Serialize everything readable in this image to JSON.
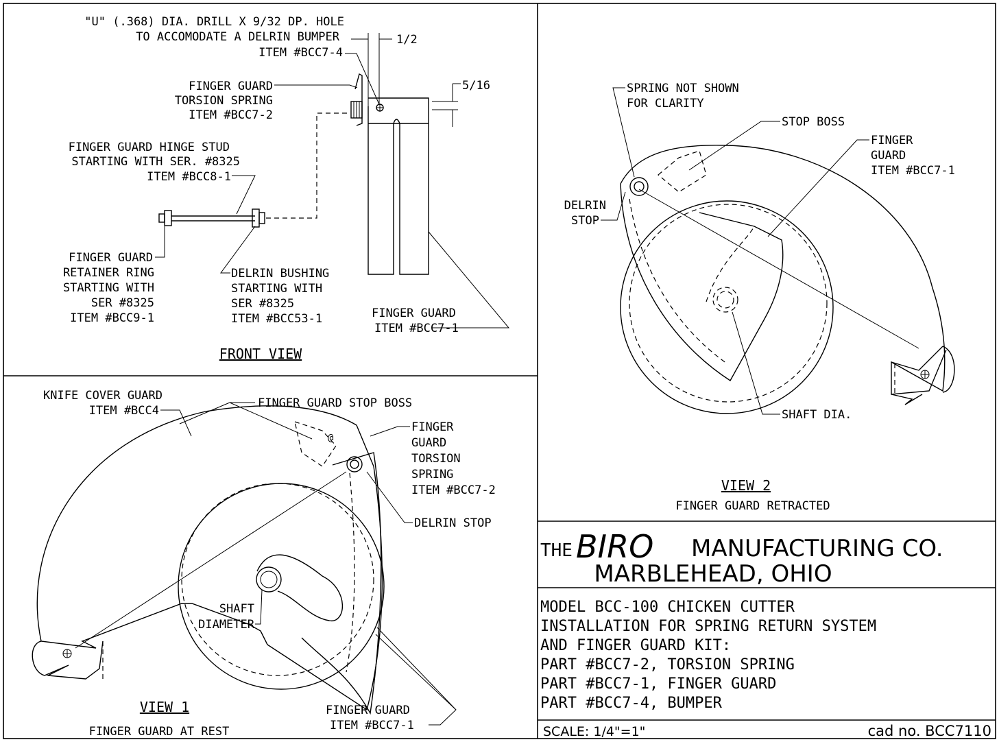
{
  "front_view": {
    "title": "FRONT VIEW",
    "note_hole": [
      "\"U\" (.368) DIA. DRILL X 9/32 DP. HOLE",
      "TO ACCOMODATE A DELRIN BUMPER",
      "ITEM #BCC7-4"
    ],
    "dim_half": "1/2",
    "dim_5_16": "5/16",
    "torsion_spring": [
      "FINGER GUARD",
      "TORSION SPRING",
      "ITEM #BCC7-2"
    ],
    "hinge_stud": [
      "FINGER GUARD HINGE STUD",
      "STARTING WITH SER. #8325",
      "ITEM #BCC8-1"
    ],
    "retainer_ring": [
      "FINGER GUARD",
      "RETAINER RING",
      "STARTING WITH",
      "SER #8325",
      "ITEM #BCC9-1"
    ],
    "bushing": [
      "DELRIN BUSHING",
      "STARTING WITH",
      "SER #8325",
      "ITEM #BCC53-1"
    ],
    "finger_guard": [
      "FINGER GUARD",
      "ITEM #BCC7-1"
    ]
  },
  "view1": {
    "title": "VIEW 1",
    "subtitle": "FINGER GUARD AT REST",
    "knife_cover": [
      "KNIFE COVER GUARD",
      "ITEM #BCC4"
    ],
    "stop_boss": "FINGER GUARD STOP BOSS",
    "torsion_spring": [
      "FINGER",
      "GUARD",
      "TORSION",
      "SPRING",
      "ITEM #BCC7-2"
    ],
    "delrin_stop": "DELRIN STOP",
    "shaft": [
      "SHAFT",
      "DIAMETER"
    ],
    "finger_guard": [
      "FINGER GUARD",
      "ITEM #BCC7-1"
    ]
  },
  "view2": {
    "title": "VIEW 2",
    "subtitle": "FINGER GUARD RETRACTED",
    "spring_note": [
      "SPRING NOT SHOWN",
      "FOR CLARITY"
    ],
    "stop_boss": "STOP BOSS",
    "finger_guard": [
      "FINGER",
      "GUARD",
      "ITEM #BCC7-1"
    ],
    "delrin_stop": [
      "DELRIN",
      "STOP"
    ],
    "shaft": "SHAFT DIA."
  },
  "title_block": {
    "the": "THE",
    "brand": "BIRO",
    "company": "MANUFACTURING CO.",
    "city": "MARBLEHEAD, OHIO",
    "desc": [
      "MODEL BCC-100 CHICKEN CUTTER",
      "INSTALLATION FOR SPRING RETURN SYSTEM",
      "AND FINGER GUARD KIT:",
      "PART #BCC7-2, TORSION SPRING",
      "PART #BCC7-1, FINGER GUARD",
      "PART #BCC7-4, BUMPER"
    ],
    "scale": "SCALE: 1/4\"=1\"",
    "cad_no": "cad no. BCC7110"
  }
}
